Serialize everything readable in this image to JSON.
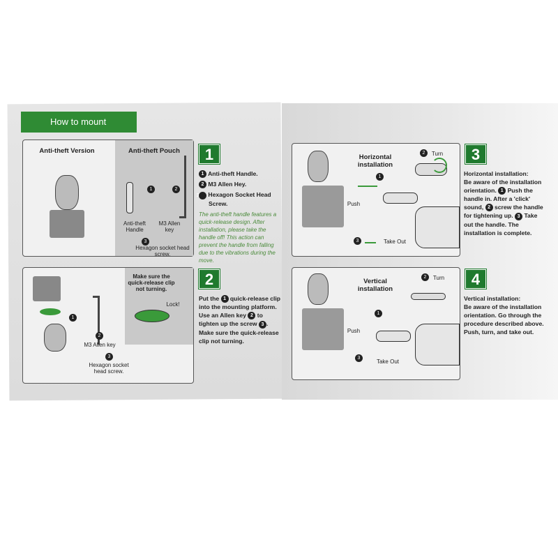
{
  "header": {
    "title": "How to mount"
  },
  "step1": {
    "number": "1",
    "panel_left_title": "Anti-theft Version",
    "panel_right_title": "Anti-theft Pouch",
    "label_handle": "Anti-theft Handle",
    "label_key": "M3 Allen key",
    "label_screw": "Hexagon socket head screw.",
    "items": [
      "Anti-theft Handle.",
      "M3 Allen Hey.",
      "Hexagon Socket Head Screw."
    ],
    "note": "The anti-theft handle features a quick-release design. After installation, please take the handle off! This action can prevent the handle from falling due to the vibrations during the move."
  },
  "step2": {
    "number": "2",
    "callout": "Make sure the quick-release clip not turning.",
    "lock": "Lock!",
    "label_key": "M3 Allen key",
    "label_screw": "Hexagon socket head screw.",
    "text": [
      "Put the",
      "quick-release clip into the mounting platform. Use an Allen key",
      "to tighten up the screw",
      ". Make sure the quick-release clip not turning."
    ]
  },
  "step3": {
    "number": "3",
    "title": "Horizontal installation",
    "turn": "Turn",
    "push": "Push",
    "take_out": "Take Out",
    "heading": "Horizontal installation:",
    "text": [
      "Be aware of the installation orientation.",
      "Push the handle in. After a 'click' sound,",
      "screw the handle for tightening up.",
      "Take out the handle. The installation is complete."
    ]
  },
  "step4": {
    "number": "4",
    "title": "Vertical installation",
    "turn": "Turn",
    "push": "Push",
    "take_out": "Take Out",
    "heading": "Vertical installation:",
    "text": "Be aware of the installation orientation. Go through the procedure described above. Push, turn, and take out."
  },
  "circles": [
    "1",
    "2",
    "3"
  ]
}
